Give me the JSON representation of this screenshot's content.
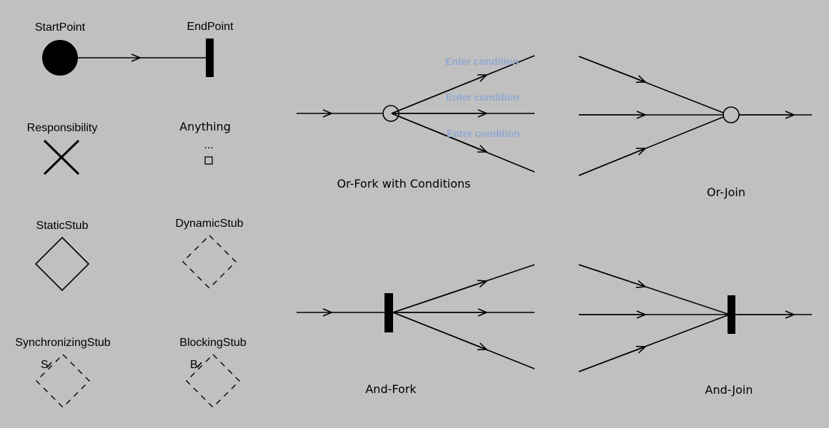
{
  "palette": {
    "background": "#c0c0c0",
    "ink": "#000000",
    "condition_text": "#8fa9cf"
  },
  "legend": {
    "start_point": "StartPoint",
    "end_point": "EndPoint",
    "responsibility": "Responsibility",
    "anything": "Anything",
    "anything_symbol": "...",
    "static_stub": "StaticStub",
    "dynamic_stub": "DynamicStub",
    "synchronizing_stub": "SynchronizingStub",
    "synchronizing_stub_letter": "S",
    "blocking_stub": "BlockingStub",
    "blocking_stub_letter": "B"
  },
  "constructs": {
    "or_fork": {
      "label": "Or-Fork with Conditions",
      "conditions": [
        "Enter condition",
        "Enter condition",
        "Enter condition"
      ]
    },
    "or_join": {
      "label": "Or-Join"
    },
    "and_fork": {
      "label": "And-Fork"
    },
    "and_join": {
      "label": "And-Join"
    }
  }
}
